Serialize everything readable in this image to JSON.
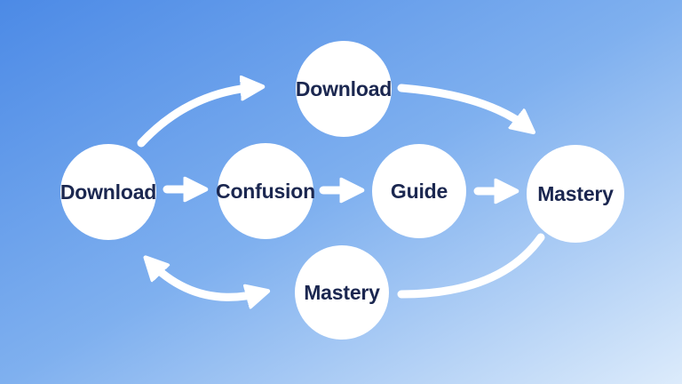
{
  "diagram": {
    "type": "flow-cycle-diagram",
    "colors": {
      "background_gradient_start": "#4c8ae6",
      "background_gradient_mid": "#7fb0ef",
      "background_gradient_end": "#dcebfb",
      "node_fill": "#ffffff",
      "arrow_color": "#ffffff",
      "label_color": "#1b2750"
    },
    "nodes": [
      {
        "id": "download-left",
        "label": "Download"
      },
      {
        "id": "download-top",
        "label": "Download"
      },
      {
        "id": "confusion",
        "label": "Confusion"
      },
      {
        "id": "guide",
        "label": "Guide"
      },
      {
        "id": "mastery-right",
        "label": "Mastery"
      },
      {
        "id": "mastery-bottom",
        "label": "Mastery"
      }
    ],
    "edges": [
      {
        "from": "download-left",
        "to": "download-top",
        "style": "curved",
        "arrowheads": "end"
      },
      {
        "from": "download-top",
        "to": "mastery-right",
        "style": "curved",
        "arrowheads": "end"
      },
      {
        "from": "download-left",
        "to": "confusion",
        "style": "straight",
        "arrowheads": "end"
      },
      {
        "from": "confusion",
        "to": "guide",
        "style": "straight",
        "arrowheads": "end"
      },
      {
        "from": "guide",
        "to": "mastery-right",
        "style": "straight",
        "arrowheads": "end"
      },
      {
        "from": "mastery-right",
        "to": "mastery-bottom",
        "style": "curved",
        "arrowheads": "none"
      },
      {
        "from": "mastery-bottom",
        "to": "download-left",
        "style": "curved",
        "arrowheads": "both"
      }
    ]
  }
}
